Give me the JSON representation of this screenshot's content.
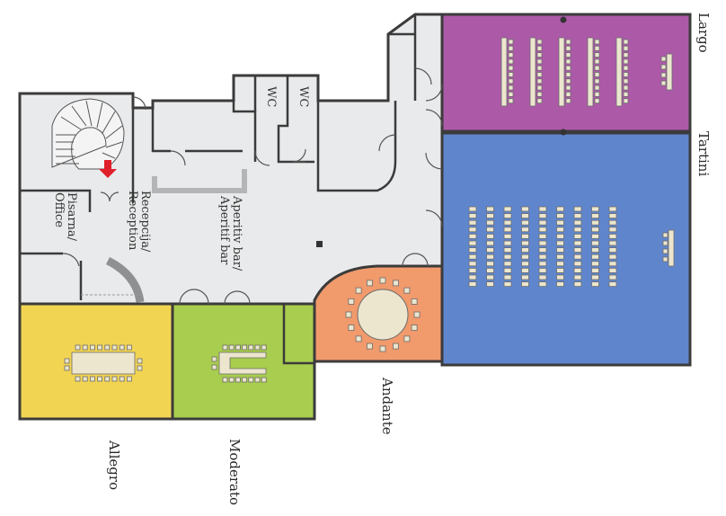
{
  "rooms": {
    "largo": {
      "label": "Largo",
      "color": "#ac5aa8"
    },
    "tartini": {
      "label": "Tartini",
      "color": "#5f86cd"
    },
    "andante": {
      "label": "Andante",
      "color": "#f19a6c"
    },
    "moderato": {
      "label": "Moderato",
      "color": "#a9cd4e"
    },
    "allegro": {
      "label": "Allegro",
      "color": "#f2d453"
    }
  },
  "areas": {
    "office": {
      "line1": "Pisarna/",
      "line2": "Office"
    },
    "reception": {
      "line1": "Recepcija/",
      "line2": "Reception"
    },
    "aperitif_bar": {
      "line1": "Aperitiv bar/",
      "line2": "Aperitif bar"
    },
    "wc1": {
      "label": "WC"
    },
    "wc2": {
      "label": "WC"
    }
  },
  "colors": {
    "floor": "#e9eaeb",
    "wall": "#3b3b3b",
    "seat": "#ece6cf",
    "arrow": "#e0202a"
  },
  "icons": {
    "stairs": "spiral-staircase-icon",
    "exit": "down-arrow-icon"
  }
}
